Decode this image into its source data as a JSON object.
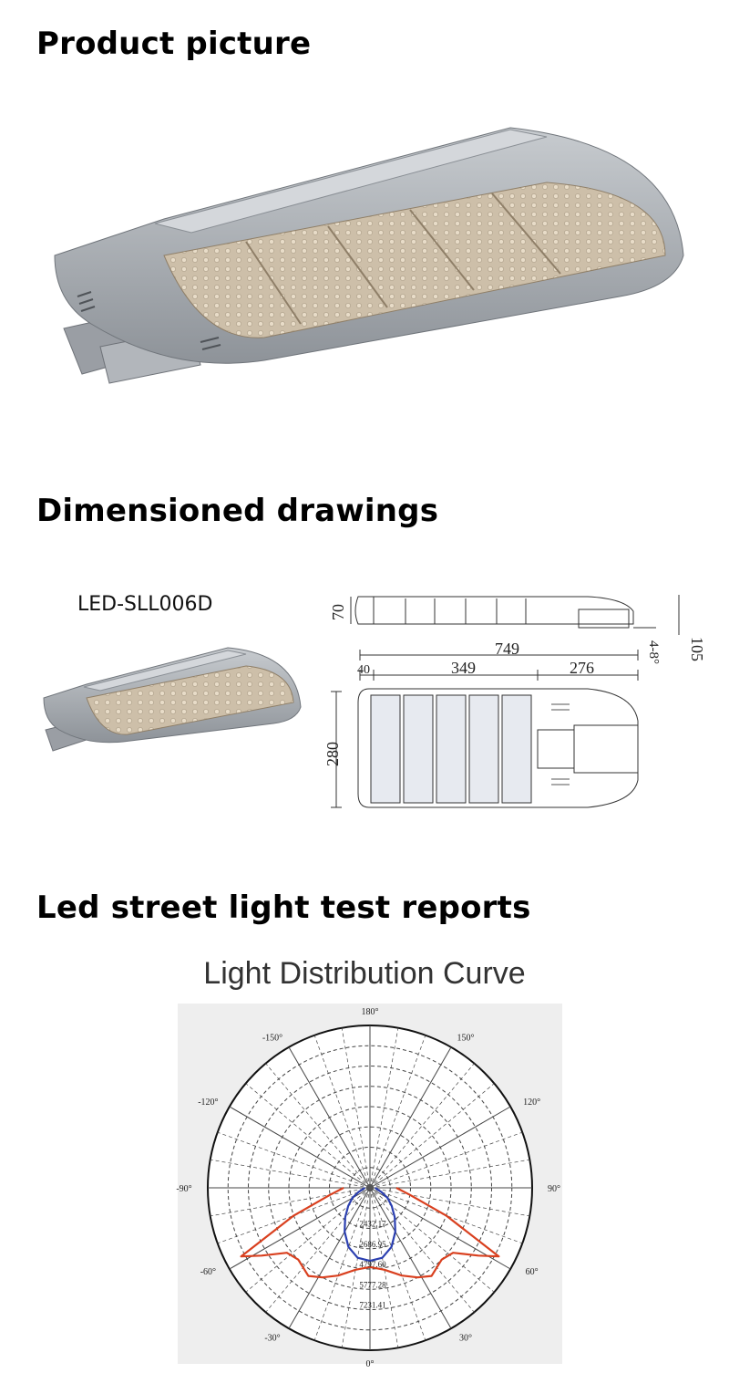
{
  "sections": {
    "product": {
      "title": "Product picture"
    },
    "drawings": {
      "title": "Dimensioned drawings",
      "model": "LED-SLL006D"
    },
    "reports": {
      "title": "Led street light test reports"
    }
  },
  "dimensions": {
    "side_height": "70",
    "total_height": "105",
    "tilt": "4-8°",
    "total_length": "749",
    "seg_a": "40",
    "seg_b": "349",
    "seg_c": "276",
    "width": "280"
  },
  "colors": {
    "housing": "#a9adb2",
    "housing_dark": "#7d8288",
    "led_panel": "#c8b9a6",
    "curve_red": "#d9401f",
    "curve_blue": "#2b3fb0"
  },
  "chart_data": {
    "type": "polar",
    "title": "Light Distribution Curve",
    "angle_labels": [
      "180°",
      "-150°",
      "150°",
      "-120°",
      "120°",
      "-90°",
      "90°",
      "-60°",
      "60°",
      "-30°",
      "30°",
      "0°"
    ],
    "radial_labels": [
      "2432.17",
      "2686.95",
      "4797.60",
      "5777.28",
      "7231.41"
    ],
    "series": [
      {
        "color": "red",
        "points": [
          [
            -90,
            1.3
          ],
          [
            -80,
            2.0
          ],
          [
            -70,
            4.0
          ],
          [
            -62,
            7.2
          ],
          [
            -58,
            6.3
          ],
          [
            -52,
            5.2
          ],
          [
            -45,
            5.0
          ],
          [
            -35,
            5.3
          ],
          [
            -28,
            5.0
          ],
          [
            -20,
            4.6
          ],
          [
            -10,
            4.1
          ],
          [
            0,
            3.9
          ],
          [
            10,
            4.1
          ],
          [
            20,
            4.6
          ],
          [
            28,
            5.0
          ],
          [
            35,
            5.3
          ],
          [
            45,
            5.0
          ],
          [
            52,
            5.2
          ],
          [
            58,
            6.3
          ],
          [
            62,
            7.2
          ],
          [
            70,
            4.0
          ],
          [
            80,
            2.0
          ],
          [
            90,
            1.3
          ]
        ]
      },
      {
        "color": "blue",
        "points": [
          [
            -90,
            0.25
          ],
          [
            -80,
            0.35
          ],
          [
            -70,
            0.6
          ],
          [
            -60,
            1.0
          ],
          [
            -50,
            1.4
          ],
          [
            -40,
            1.9
          ],
          [
            -30,
            2.5
          ],
          [
            -20,
            3.1
          ],
          [
            -10,
            3.5
          ],
          [
            0,
            3.6
          ],
          [
            10,
            3.5
          ],
          [
            20,
            3.1
          ],
          [
            30,
            2.5
          ],
          [
            40,
            1.9
          ],
          [
            50,
            1.4
          ],
          [
            60,
            1.0
          ],
          [
            70,
            0.6
          ],
          [
            80,
            0.35
          ],
          [
            90,
            0.25
          ]
        ]
      }
    ]
  }
}
